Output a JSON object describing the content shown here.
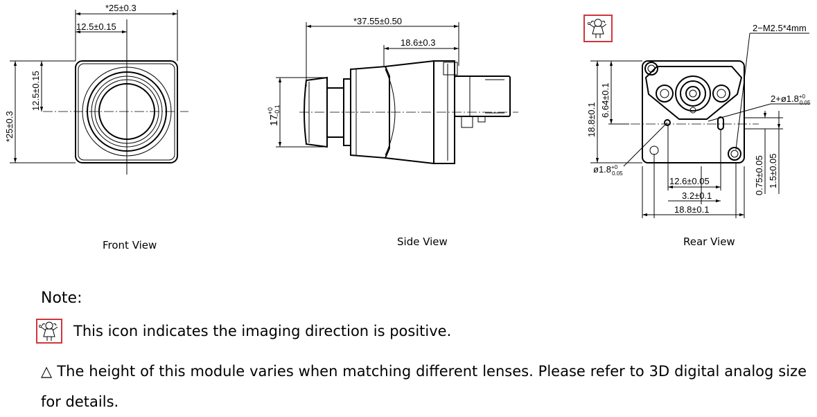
{
  "views": {
    "front": {
      "caption": "Front  View",
      "dim_width_top": "*25±0.3",
      "dim_half_width": "12.5±0.15",
      "dim_height_left": "*25±0.3",
      "dim_half_height": "12.5±0.15"
    },
    "side": {
      "caption": "Side  View",
      "dim_length": "*37.55±0.50",
      "dim_body": "18.6±0.3",
      "dim_height_main": "17",
      "dim_height_sup": "+0",
      "dim_height_sub": "−0.1"
    },
    "rear": {
      "caption": "Rear  View",
      "dim_screws": "2−M2.5*4mm",
      "dim_pin_top_prefix": "2+ø1.8",
      "dim_pin_top_sup": "+0",
      "dim_pin_top_sub": "0.05",
      "dim_pin_left_main": "ø1.8",
      "dim_pin_left_sup": "+0",
      "dim_pin_left_sub": "0.05",
      "dim_height": "18.8±0.1",
      "dim_offset": "6.64±0.1",
      "dim_bottom_1": "12.6±0.05",
      "dim_bottom_2": "3.2±0.1",
      "dim_bottom_3": "18.8±0.1",
      "dim_right_1": "0.75±0.05",
      "dim_right_2": "1.5±0.05"
    }
  },
  "notes": {
    "title": "Note:",
    "icon_name": "positive-imaging-direction-icon",
    "icon_text": "This icon indicates the imaging direction is positive.",
    "para": "△ The height of this module varies when matching different lenses. Please refer to 3D digital analog size for details."
  },
  "colors": {
    "icon_border": "#d0353c",
    "line": "#000000"
  }
}
